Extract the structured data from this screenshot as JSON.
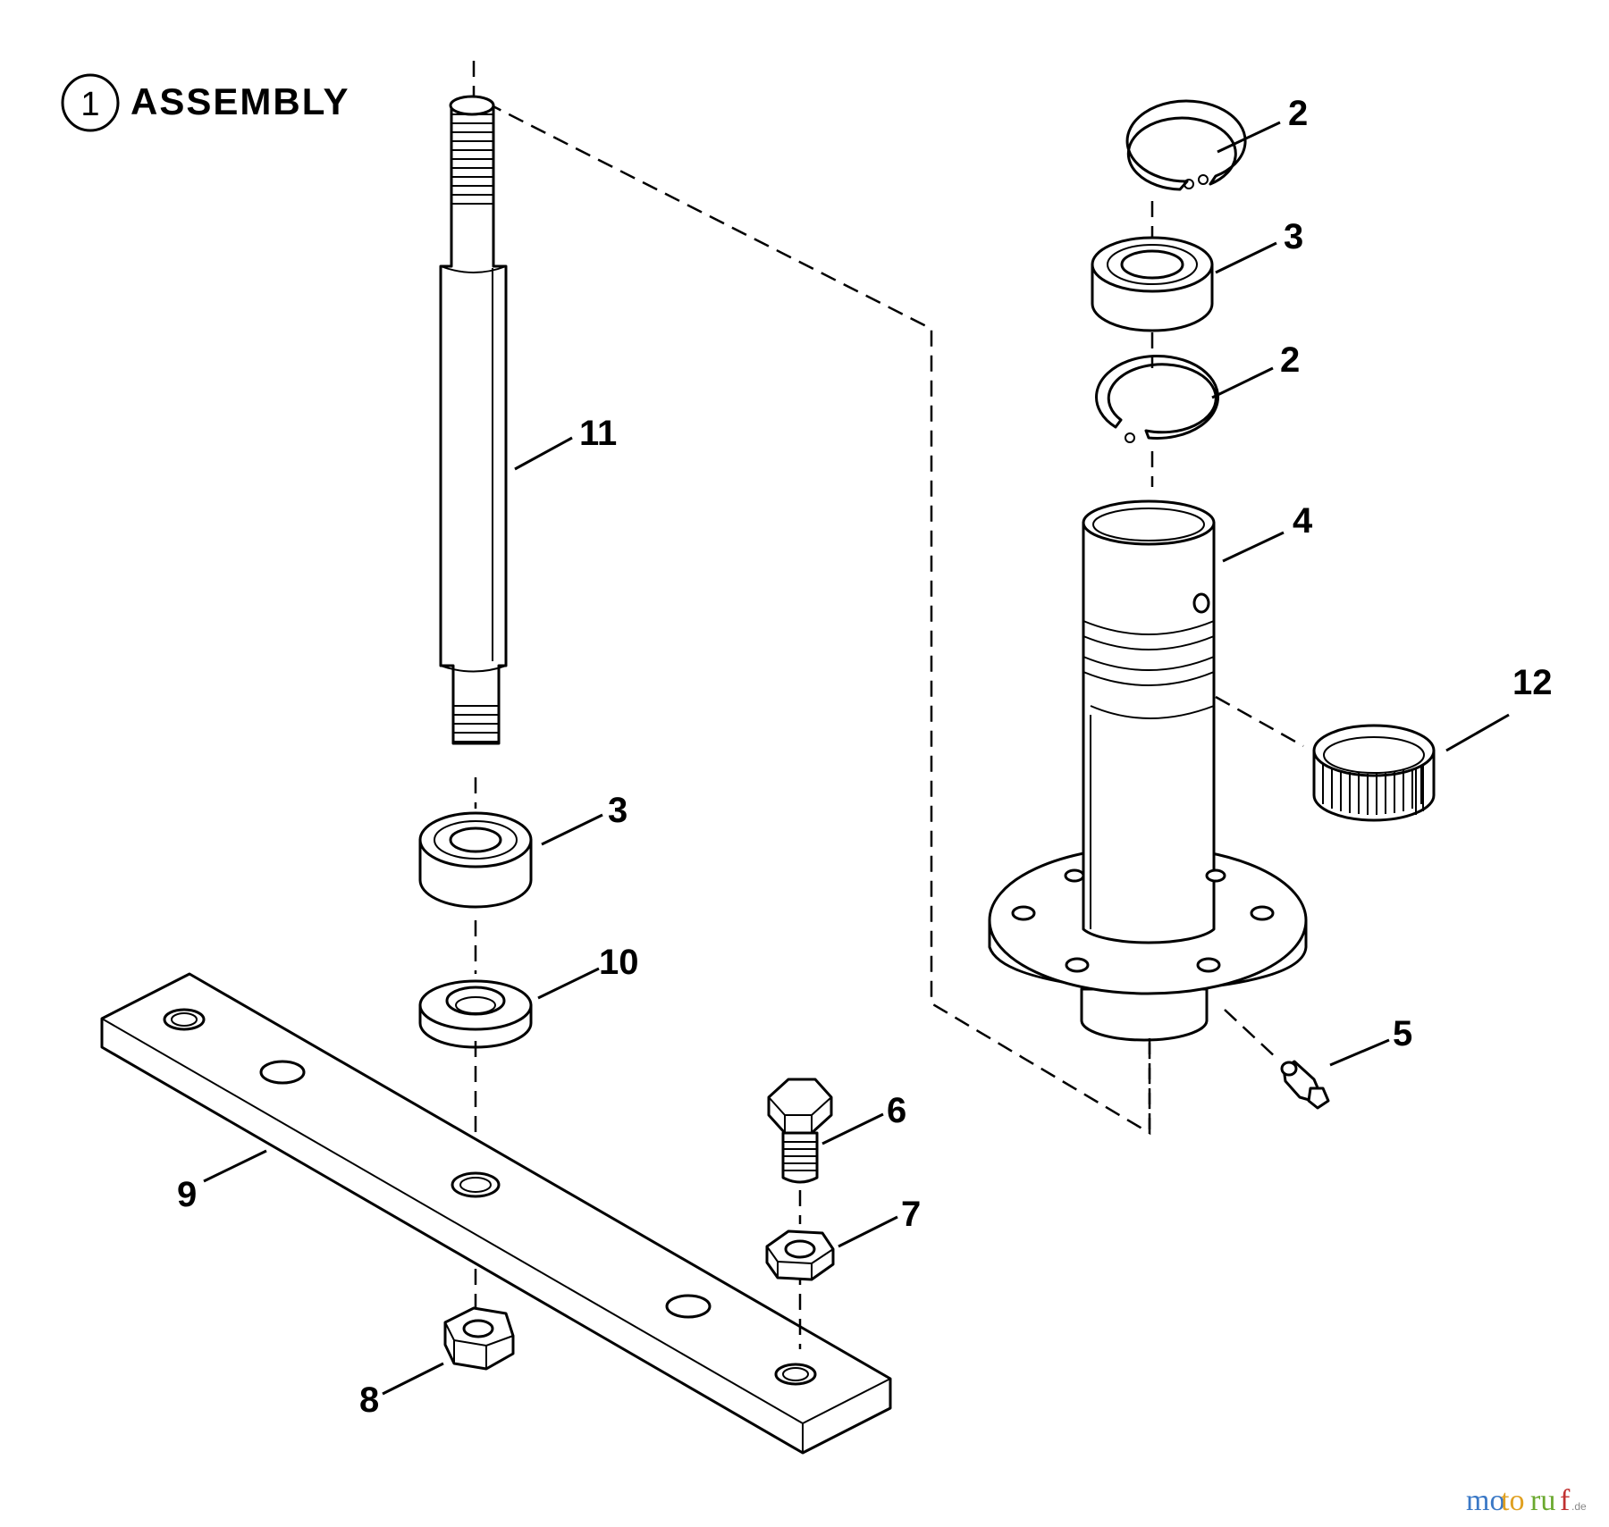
{
  "title": {
    "number": "1",
    "text": "ASSEMBLY"
  },
  "callouts": {
    "ring_top": "2",
    "bearing_top": "3",
    "ring_mid": "2",
    "housing": "4",
    "needle_bearing": "12",
    "grease_fitting": "5",
    "shaft": "11",
    "bearing_lower": "3",
    "spacer": "10",
    "bolt": "6",
    "nut_right": "7",
    "blade_bar": "9",
    "nut_left": "8"
  },
  "watermark": {
    "part1": "mo",
    "part2": "to",
    "part3": "ru",
    "part4": "f",
    "domain": ".de"
  }
}
